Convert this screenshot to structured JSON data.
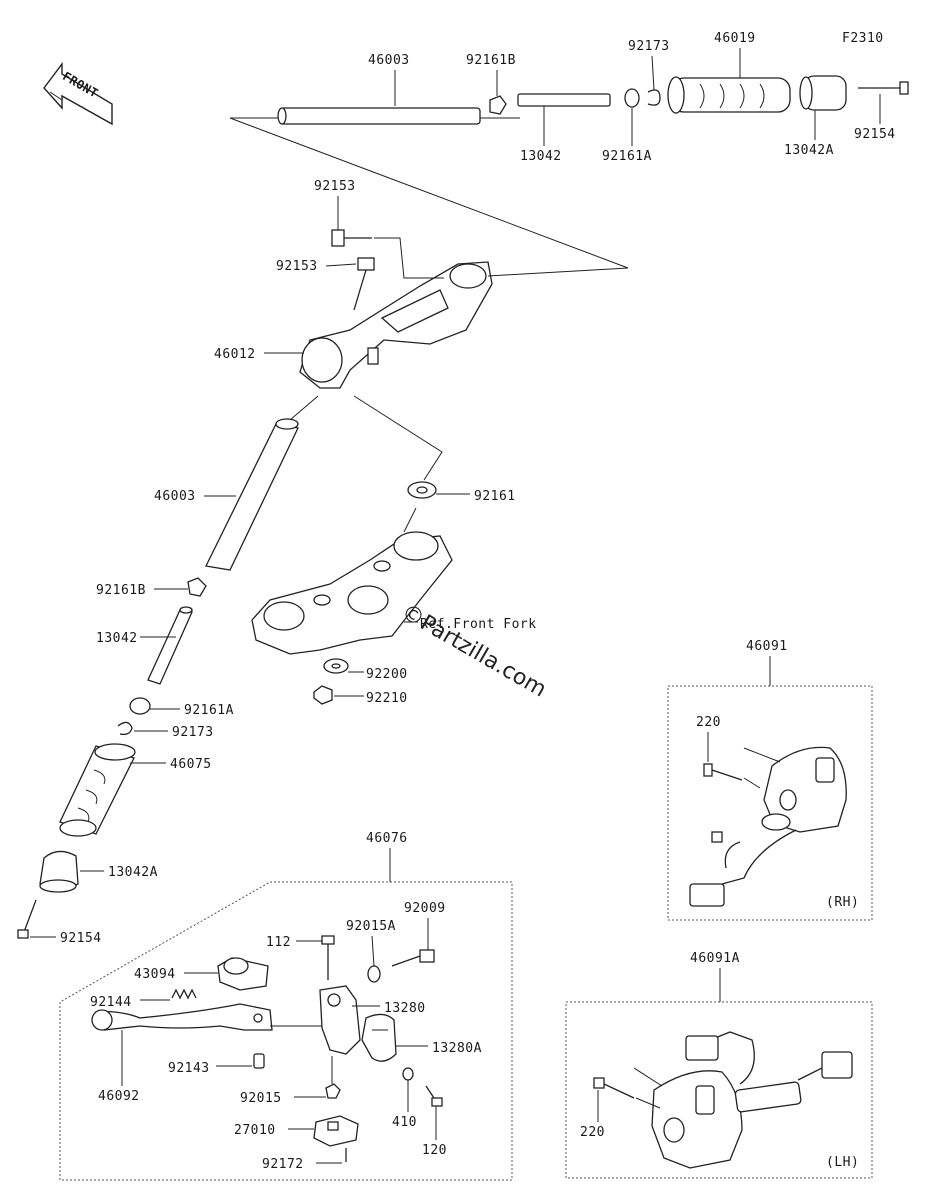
{
  "diagram": {
    "code": "F2310",
    "watermark": "©Partzilla.com",
    "front_label": "FRONT",
    "ref_note": "Ref.Front Fork",
    "rh_tag": "(RH)",
    "lh_tag": "(LH)"
  },
  "labels": {
    "top_46003": "46003",
    "top_92161B": "92161B",
    "top_92173": "92173",
    "top_46019": "46019",
    "top_13042": "13042",
    "top_92161A": "92161A",
    "top_13042A": "13042A",
    "top_92154": "92154",
    "p92153a": "92153",
    "p92153b": "92153",
    "p46012": "46012",
    "p92161": "92161",
    "p46003": "46003",
    "p92161B": "92161B",
    "p13042": "13042",
    "p92200": "92200",
    "p92210": "92210",
    "p92161A": "92161A",
    "p92173": "92173",
    "p46075": "46075",
    "p13042A": "13042A",
    "p92154": "92154",
    "p46076": "46076",
    "p92009": "92009",
    "p92015A": "92015A",
    "p112": "112",
    "p43094": "43094",
    "p13280": "13280",
    "p92144": "92144",
    "p13280A": "13280A",
    "p92143": "92143",
    "p46092": "46092",
    "p92015": "92015",
    "p410": "410",
    "p120": "120",
    "p27010": "27010",
    "p92172": "92172",
    "p46091": "46091",
    "p220_rh": "220",
    "p46091A": "46091A",
    "p220_lh": "220"
  }
}
